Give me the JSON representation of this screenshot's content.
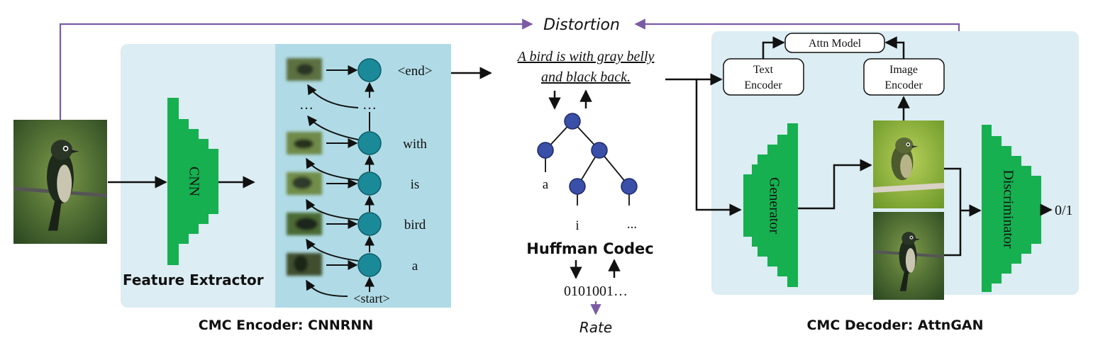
{
  "top": {
    "distortion_label": "Distortion"
  },
  "encoder": {
    "feature_extractor_label": "Feature Extractor",
    "cnn_label": "CNN",
    "title": "CMC Encoder: CNNRNN",
    "tokens": [
      "<end>",
      "…",
      "with",
      "is",
      "bird",
      "a"
    ],
    "start_token": "<start>",
    "dots_left": "…",
    "dots_right": "…"
  },
  "caption": {
    "line1": "A bird is with gray belly",
    "line2": "and black back."
  },
  "huffman": {
    "leaf_a": "a",
    "leaf_i": "i",
    "leaf_dots": "...",
    "label": "Huffman Codec",
    "bits": "0101001…",
    "rate_label": "Rate"
  },
  "decoder": {
    "attn_model_label": "Attn Model",
    "text_encoder_line1": "Text",
    "text_encoder_line2": "Encoder",
    "image_encoder_line1": "Image",
    "image_encoder_line2": "Encoder",
    "generator_label": "Generator",
    "discriminator_label": "Discriminator",
    "output_label": "0/1",
    "title": "CMC Decoder: AttnGAN"
  },
  "colors": {
    "panel_bg": "#dcedf3",
    "panel_inner": "#b0dbe6",
    "green": "#16b050",
    "teal_node": "#1a8a99",
    "tree_node": "#3a4fa8",
    "purple": "#7b5ba6",
    "arrow": "#111111"
  }
}
